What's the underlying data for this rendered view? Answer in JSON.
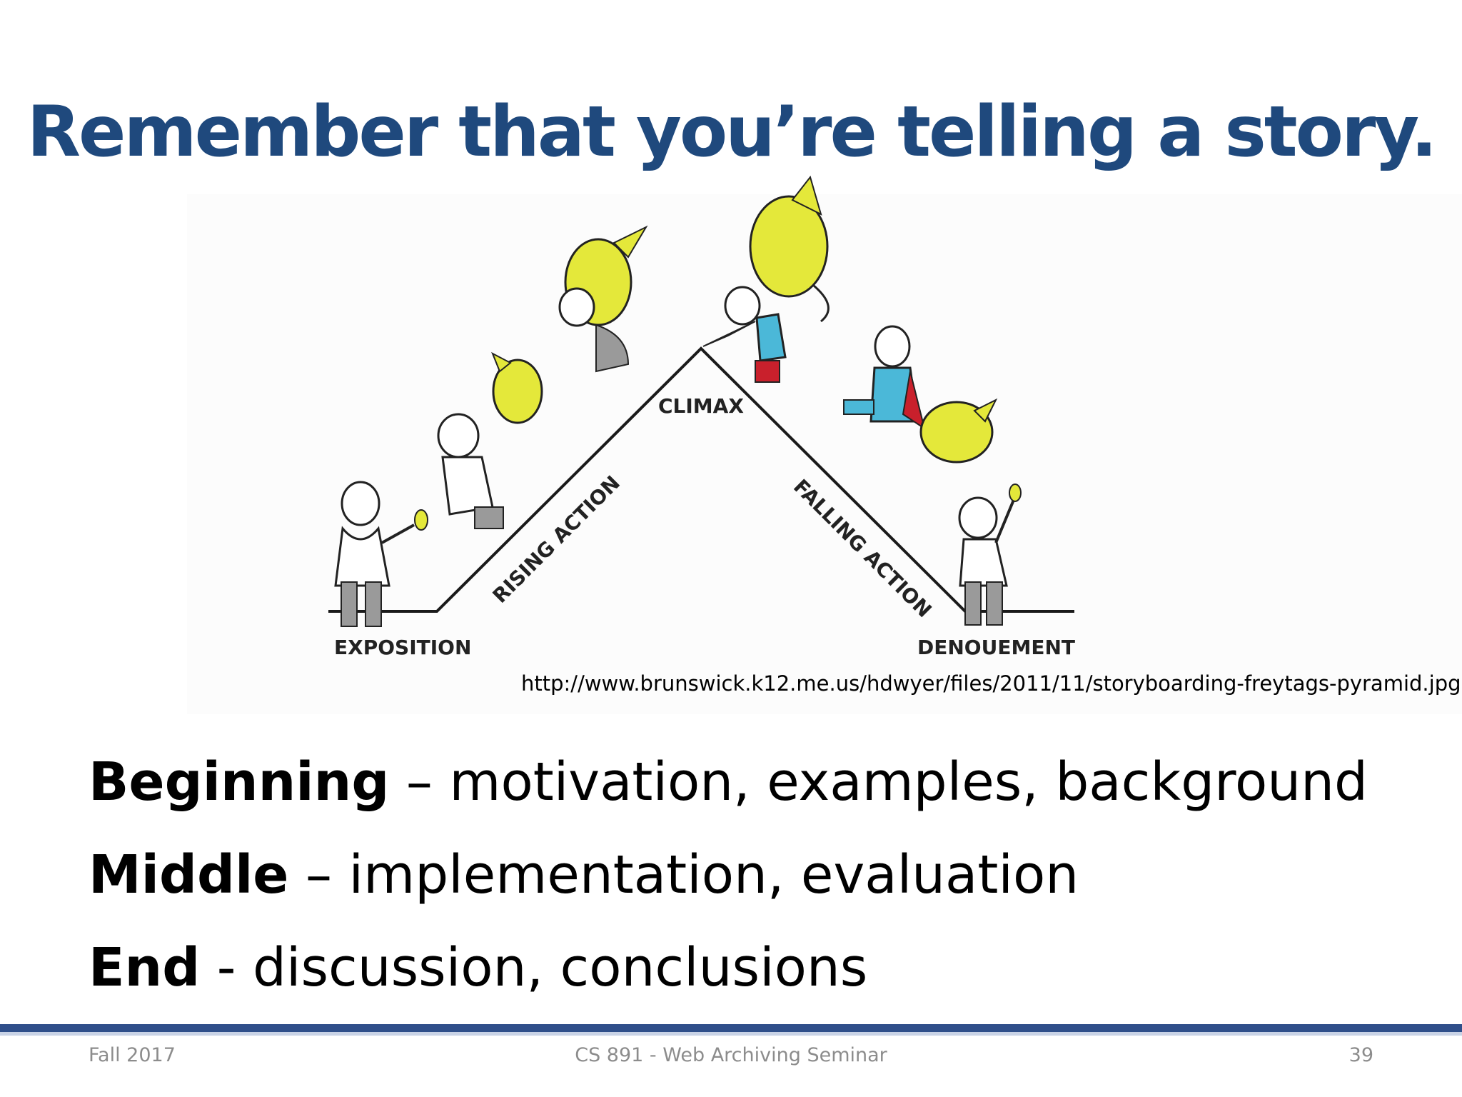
{
  "slide": {
    "title": "Remember that you’re telling a story.",
    "figure": {
      "labels": {
        "exposition": "EXPOSITION",
        "rising": "RISING ACTION",
        "climax": "CLIMAX",
        "falling": "FALLING ACTION",
        "denouement": "DENOUEMENT"
      },
      "colors": {
        "dragon": "#e4e83a",
        "cape": "#c9202c",
        "suit": "#4bb8d8",
        "pants": "#9a9a9a",
        "line": "#1a1a1a"
      },
      "source_url": "http://www.brunswick.k12.me.us/hdwyer/files/2011/11/storyboarding-freytags-pyramid.jpg"
    },
    "bullets": [
      {
        "term": "Beginning",
        "rest": " – motivation, examples, background"
      },
      {
        "term": "Middle",
        "rest": " – implementation, evaluation"
      },
      {
        "term": "End",
        "rest": " - discussion, conclusions"
      }
    ],
    "footer": {
      "left": "Fall 2017",
      "center": "CS 891 - Web Archiving Seminar",
      "page_number": "39"
    }
  }
}
